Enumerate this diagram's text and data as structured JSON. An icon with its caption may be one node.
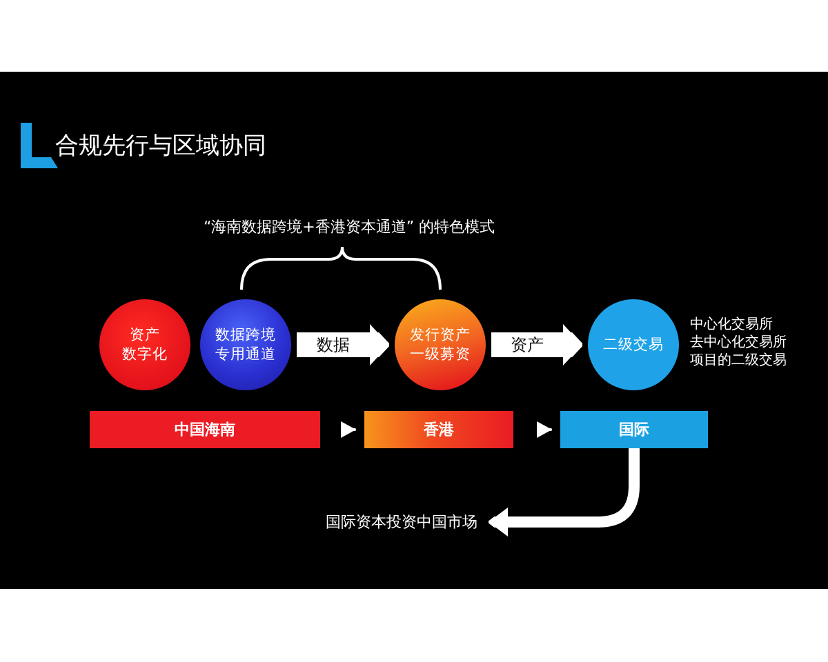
{
  "diagram": {
    "title": "合规先行与区域协同",
    "nodes": [
      {
        "text": [
          "资产数字化"
        ]
      },
      {
        "text": [
          "数据跨境专用通道"
        ]
      },
      {
        "text": [
          "发行资产一级募资"
        ]
      },
      {
        "text": [
          "二级交易"
        ],
        "beside": [
          "中心化交易所",
          "去中心化交易所",
          "项目的二级交易"
        ]
      },
      {
        "text": [
          "中国海南"
        ]
      },
      {
        "text": [
          "香港"
        ]
      },
      {
        "text": [
          "国际"
        ]
      },
      {
        "text": [
          "国际资本投资中国市场"
        ]
      }
    ],
    "edges": [
      {
        "from": 1,
        "to": 2,
        "arrow": "to",
        "label": "数据",
        "style": "thick"
      },
      {
        "from": 2,
        "to": 3,
        "arrow": "to",
        "label": "资产",
        "style": "thick"
      },
      {
        "from": 4,
        "to": 5,
        "arrow": "to"
      },
      {
        "from": 5,
        "to": 6,
        "arrow": "to"
      },
      {
        "from": 6,
        "to": 7,
        "arrow": "to"
      }
    ],
    "labels": [
      "“海南数据跨境+香港资本通道” 的特色模式"
    ]
  }
}
